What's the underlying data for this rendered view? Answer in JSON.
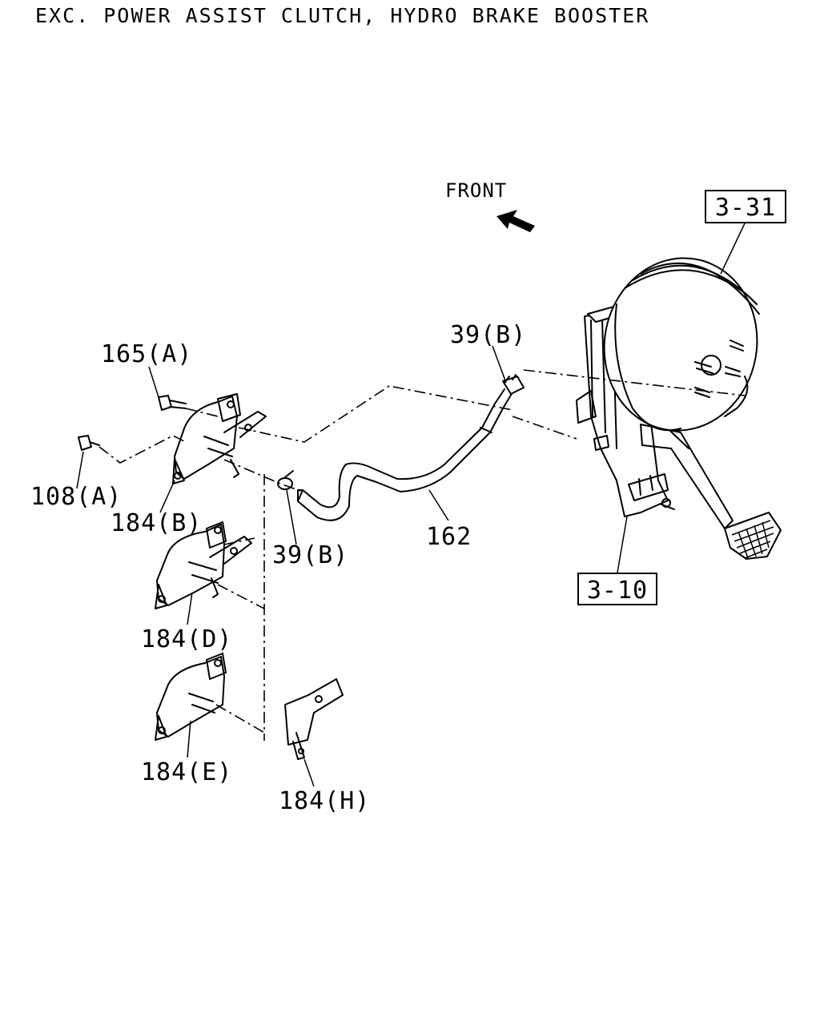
{
  "title": "EXC. POWER ASSIST CLUTCH, HYDRO BRAKE BOOSTER",
  "direction_label": "FRONT",
  "refs": {
    "booster": "3-31",
    "pedal_bracket": "3-10"
  },
  "parts": {
    "bolt_165a": "165(A)",
    "bolt_108a": "108(A)",
    "clip_184b": "184(B)",
    "clip_39b_lower": "39(B)",
    "clip_39b_upper": "39(B)",
    "pipe_162": "162",
    "clip_184d": "184(D)",
    "clip_184e": "184(E)",
    "clip_184h": "184(H)"
  },
  "icons": {
    "front": "front-arrow-icon"
  }
}
